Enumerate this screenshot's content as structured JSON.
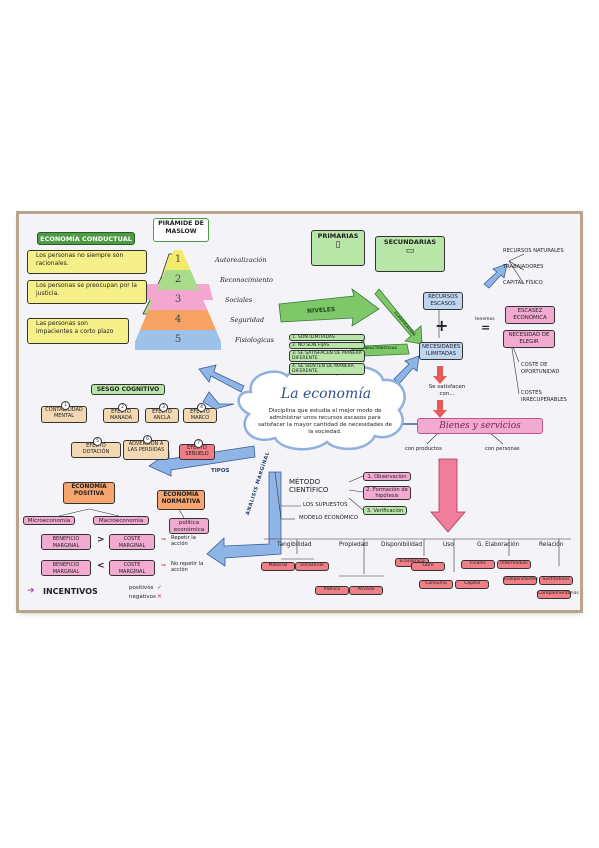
{
  "title": "La economía",
  "definition": "Disciplina que estudia el mejor modo de administrar unos recursos escasos para satisfacer la mayor cantidad de necesidades de la sociedad.",
  "conductual": {
    "title": "ECONOMÍA CONDUCTUAL",
    "items": [
      "Los personas no siempre son racionales.",
      "Los personas se preocupan por la justicia.",
      "Las personas son impacientes a corto plazo"
    ]
  },
  "maslow": {
    "title": "PIRÁMIDE DE MASLOW",
    "levels": [
      {
        "num": "1",
        "label": "Autorealización",
        "color": "#f3ea6a"
      },
      {
        "num": "2",
        "label": "Reconocimiento",
        "color": "#a9dc8a"
      },
      {
        "num": "3",
        "label": "Sociales",
        "color": "#f3a6cf"
      },
      {
        "num": "4",
        "label": "Seguridad",
        "color": "#f5a262"
      },
      {
        "num": "5",
        "label": "Fisiologicas",
        "color": "#9cc2ea"
      }
    ]
  },
  "sesgo": {
    "title": "SESGO COGNITIVO",
    "items": [
      {
        "num": "1",
        "label": "CONTABILIDAD MENTAL"
      },
      {
        "num": "2",
        "label": "EFECTO MANADA"
      },
      {
        "num": "3",
        "label": "EFECTO ANCLA"
      },
      {
        "num": "4",
        "label": "EFECTO MARCO"
      },
      {
        "num": "5",
        "label": "EFECTO DOTACIÓN"
      },
      {
        "num": "6",
        "label": "ADVERSIÓN A LAS PERDIDAS"
      },
      {
        "num": "7",
        "label": "EFECTO SEÑUELO"
      }
    ]
  },
  "tipos": "TIPOS",
  "positiva": {
    "title": "ECONOMÍA POSITIVA",
    "children": [
      "Microeconomía",
      "Macroeconomía"
    ]
  },
  "normativa": {
    "title": "ECONOMÍA NORMATIVA",
    "child": "política económica"
  },
  "marginal": [
    {
      "left": "BENEFICIO MARGINAL",
      "op": ">",
      "right": "COSTE MARGINAL",
      "result": "Repetir la acción"
    },
    {
      "left": "BENEFICIO MARGINAL",
      "op": "<",
      "right": "COSTE MARGINAL",
      "result": "No repetir la acción"
    }
  ],
  "incentivos": {
    "label": "INCENTIVOS",
    "pos": "positivos",
    "neg": "negativos"
  },
  "analisis": "ANALISIS MARGINAL",
  "primarias": "PRIMARIAS",
  "secundarias": "SECUNDARIAS",
  "niveles": "NIVELES",
  "necesidades_props": [
    "1. SON ILIMITADAS",
    "2. NO SON FIJAS",
    "3. SE SATISFACEN DE MANERA DIFERENTE",
    "4. SE SIENTEN DE MANERA DIFERENTE"
  ],
  "caracteristicas": "CARACTERÍSTICAS",
  "clasificacion": "CLASIFICACIÓN",
  "recursos": "RECURSOS ESCASOS",
  "necesidades": "NECESIDADES ILIMITADAS",
  "recursos_list": [
    "RECURSOS NATURALES",
    "TRABAJADORES",
    "CAPITAL FÍSICO"
  ],
  "tenemos": "tenemos",
  "escasez": "ESCASEZ ECONÓMICA",
  "necesidad_elegir": "NECESIDAD DE ELEGIR",
  "costes": [
    "COSTE DE OPORTUNIDAD",
    "COSTES IRRECUPERABLES"
  ],
  "satisfacen": "Se satisfacen con...",
  "bienes": "Bienes y servicios",
  "con_productos": "con productos",
  "con_personas": "con personas",
  "metodo": {
    "title": "MÉTODO CIENTÍFICO",
    "steps": [
      "1. Observación",
      "2. Formación de hipótesis",
      "3. Verificación"
    ],
    "extra": [
      "LOS SUPUESTOS",
      "MODELO ECONÓMICO"
    ]
  },
  "criterios": [
    {
      "name": "Tangibilidad",
      "values": [
        "Material",
        "Inmaterial"
      ]
    },
    {
      "name": "Propiedad",
      "values": [
        "Público",
        "Privado"
      ]
    },
    {
      "name": "Disponibilidad",
      "values": [
        "Económico",
        "Libre"
      ]
    },
    {
      "name": "Uso",
      "values": [
        "Consumo",
        "Capital"
      ]
    },
    {
      "name": "G. Elaboración",
      "values": [
        "Finales",
        "Intermedios"
      ]
    },
    {
      "name": "Relación",
      "values": [
        "Sustitutivos",
        "Complementarios"
      ]
    }
  ],
  "criterios_extra": "Independientes"
}
